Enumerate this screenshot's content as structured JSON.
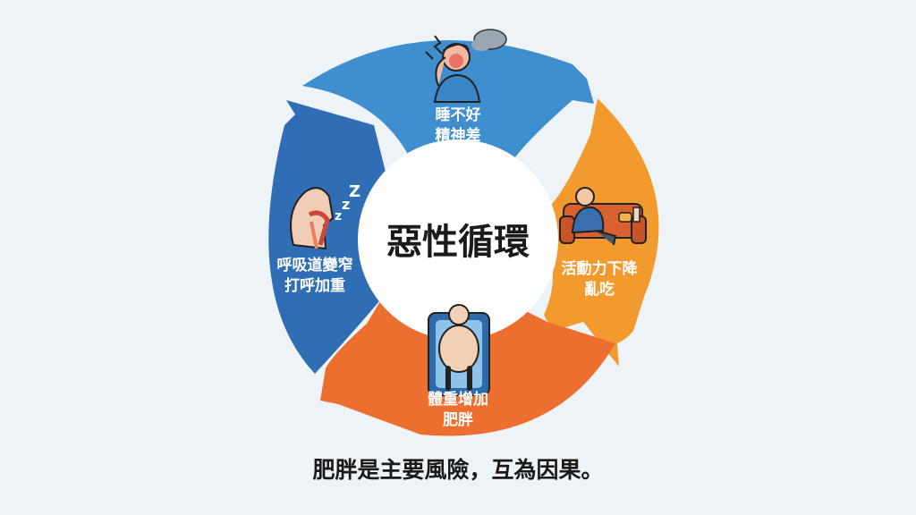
{
  "diagram": {
    "center_title": "惡性循環",
    "caption": "肥胖是主要風險，互為因果。",
    "stages": [
      {
        "line1": "睡不好",
        "line2": "精神差",
        "icon": "stressed-person-icon",
        "color": "#3e8ed0"
      },
      {
        "line1": "活動力下降",
        "line2": "亂吃",
        "icon": "couch-snacking-icon",
        "color": "#f39a2e"
      },
      {
        "line1": "體重增加",
        "line2": "肥胖",
        "icon": "body-weight-icon",
        "color": "#ec6f2f"
      },
      {
        "line1": "呼吸道變窄",
        "line2": "打呼加重",
        "icon": "snoring-airway-icon",
        "color": "#2f6db4"
      }
    ]
  }
}
